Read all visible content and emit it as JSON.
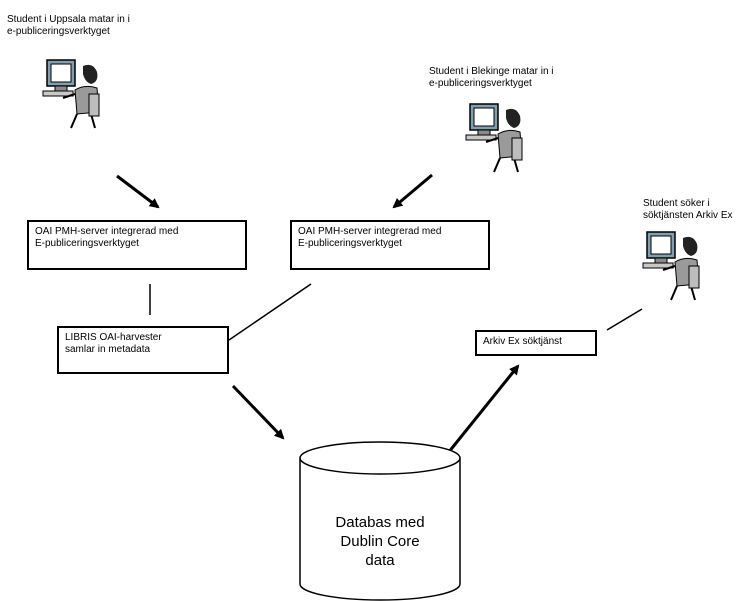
{
  "students": {
    "uppsala": "Student i Uppsala matar in i\ne-publiceringsverktyget",
    "blekinge": "Student i Blekinge matar in i\ne-publiceringsverktyget",
    "searcher": "Student söker i\nsöktjänsten Arkiv Ex"
  },
  "boxes": {
    "oai_left": "OAI PMH-server integrerad med\nE-publiceringsverktyget",
    "oai_right": "OAI PMH-server integrerad med\nE-publiceringsverktyget",
    "libris": "LIBRIS OAI-harvester\nsamlar in metadata",
    "arkiv": "Arkiv Ex söktjänst"
  },
  "database": {
    "label": "Databas med\nDublin Core\ndata"
  },
  "icons": [
    "computer-user-icon",
    "computer-user-icon",
    "computer-user-icon"
  ]
}
